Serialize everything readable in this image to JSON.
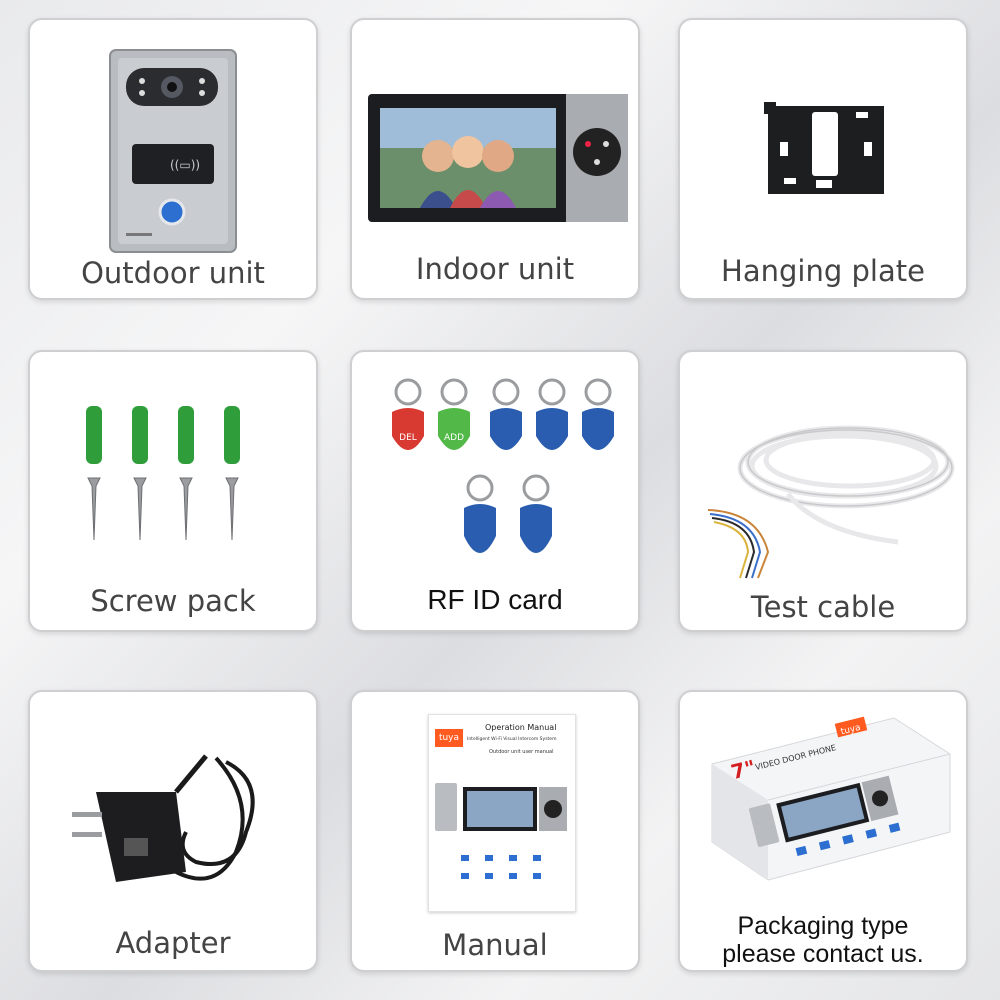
{
  "items": [
    {
      "label": "Outdoor unit"
    },
    {
      "label": "Indoor unit"
    },
    {
      "label": "Hanging plate"
    },
    {
      "label": "Screw pack"
    },
    {
      "label": "RF ID card"
    },
    {
      "label": "Test cable"
    },
    {
      "label": "Adapter"
    },
    {
      "label": "Manual"
    },
    {
      "label_line1": "Packaging type",
      "label_line2": "please contact us."
    }
  ],
  "rfid_tags": {
    "del": "DEL",
    "add": "ADD"
  },
  "manual": {
    "title": "Operation Manual",
    "subtitle": "Intelligent Wi-Fi Visual Intercom System",
    "section": "Outdoor unit user manual",
    "badge": "tuya"
  },
  "box": {
    "size": "7\"",
    "title": "VIDEO DOOR PHONE",
    "badge": "tuya"
  },
  "colors": {
    "card_border": "#cfcfd2",
    "label": "#444444",
    "green": "#2f9e3a",
    "tag_blue": "#2a5db0",
    "tuya_orange": "#ff5a1f"
  }
}
